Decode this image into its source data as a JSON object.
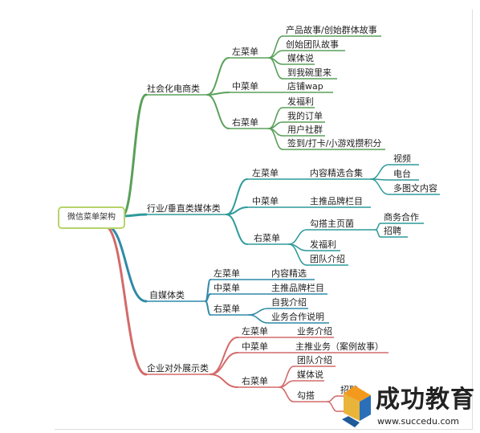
{
  "diagram": {
    "root": "微信菜单架构",
    "branches": {
      "social": {
        "label": "社会化电商类",
        "color": "#5aa05a",
        "left_menu": "左菜单",
        "left_items": [
          "产品故事/创始群体故事",
          "创始团队故事",
          "媒体说",
          "到我碗里来"
        ],
        "mid_menu": "中菜单",
        "mid_items": [
          "店铺wap"
        ],
        "right_menu": "右菜单",
        "right_items": [
          "发福利",
          "我的订单",
          "用户社群",
          "签到/打卡/小游戏攒积分"
        ]
      },
      "industry": {
        "label": "行业/垂直类媒体类",
        "color": "#2f9a9a",
        "left_menu": "左菜单",
        "left_items": [
          "内容精选合集"
        ],
        "left_sub_items": [
          "视频",
          "电台",
          "多图文内容"
        ],
        "mid_menu": "中菜单",
        "mid_items": [
          "主推品牌栏目"
        ],
        "right_menu": "右菜单",
        "right_items": [
          "勾搭主页菌",
          "发福利",
          "团队介绍"
        ],
        "right_sub_items": [
          "商务合作",
          "招聘"
        ]
      },
      "self_media": {
        "label": "自媒体类",
        "color": "#2f8aa8",
        "left_menu": "左菜单",
        "left_items": [
          "内容精选"
        ],
        "mid_menu": "中菜单",
        "mid_items": [
          "主推品牌栏目"
        ],
        "right_menu": "右菜单",
        "right_items": [
          "自我介绍",
          "业务合作说明"
        ]
      },
      "enterprise": {
        "label": "企业对外展示类",
        "color": "#d46a6a",
        "left_menu": "左菜单",
        "left_items": [
          "业务介绍"
        ],
        "mid_menu": "中菜单",
        "mid_items": [
          "主推业务（案例故事）"
        ],
        "right_menu": "右菜单",
        "right_items": [
          "团队介绍",
          "媒体说",
          "勾搭"
        ],
        "right_sub_items": [
          "招聘"
        ]
      }
    }
  },
  "logo": {
    "name": "成功教育",
    "url": "www.succedu.com"
  }
}
